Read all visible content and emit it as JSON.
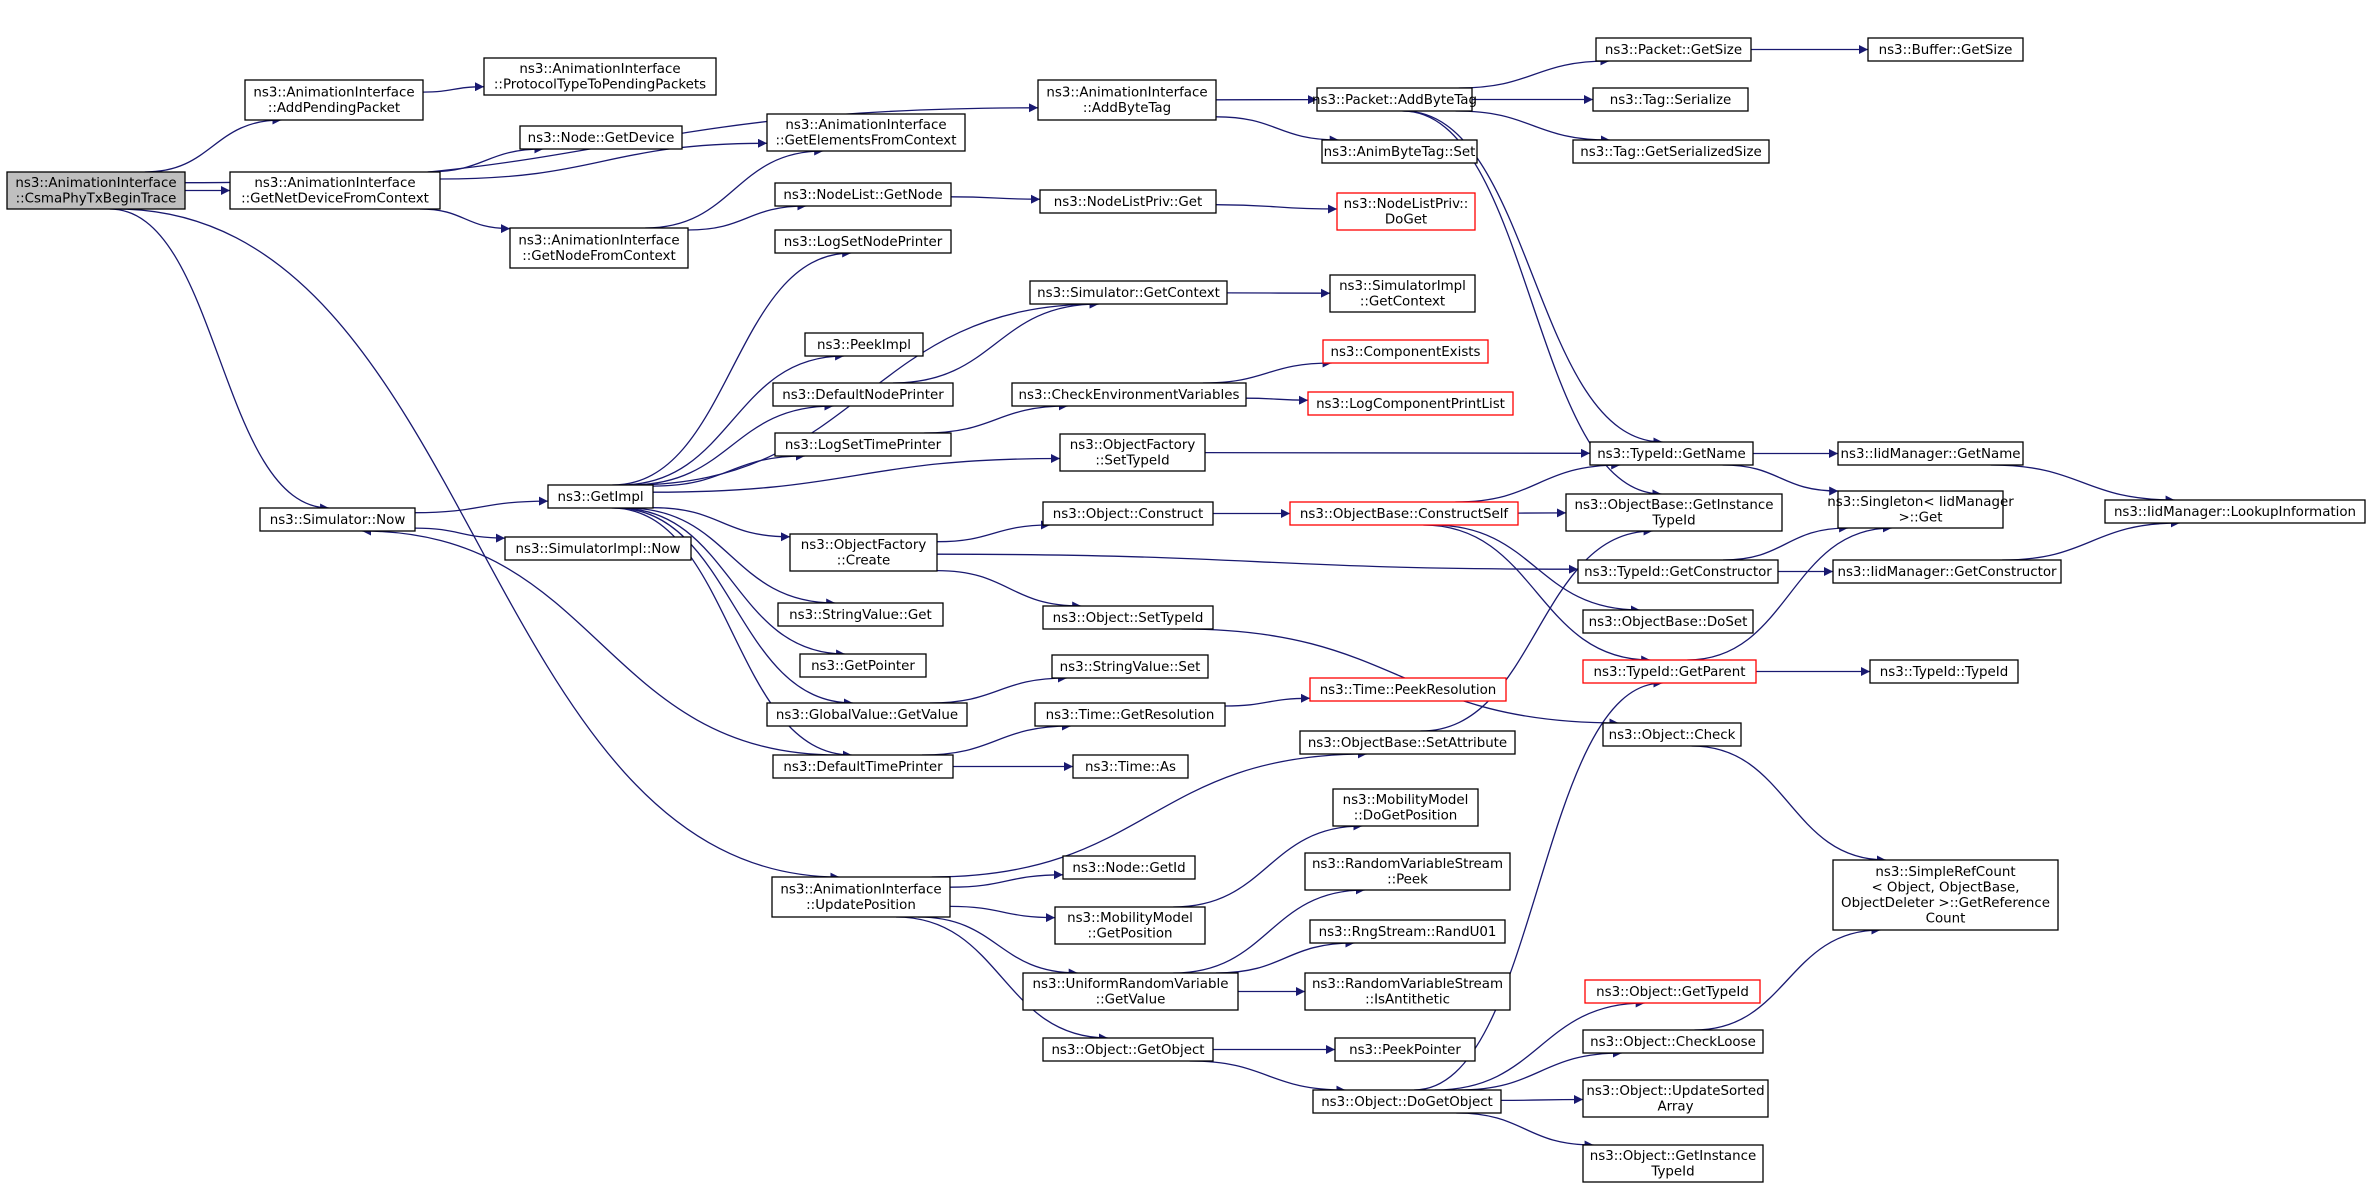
{
  "colors": {
    "edge": "#191970",
    "root_fill": "#bfbfbf",
    "truncated_border": "#ff0000",
    "node_border": "#000000"
  },
  "nodes": [
    {
      "id": "root",
      "lines": [
        "ns3::AnimationInterface",
        "::CsmaPhyTxBeginTrace"
      ],
      "style": "root"
    },
    {
      "id": "addPending",
      "lines": [
        "ns3::AnimationInterface",
        "::AddPendingPacket"
      ]
    },
    {
      "id": "protoType",
      "lines": [
        "ns3::AnimationInterface",
        "::ProtocolTypeToPendingPackets"
      ]
    },
    {
      "id": "addByteTag",
      "lines": [
        "ns3::AnimationInterface",
        "::AddByteTag"
      ]
    },
    {
      "id": "pktAddByteTag",
      "lines": [
        "ns3::Packet::AddByteTag"
      ]
    },
    {
      "id": "pktGetSize",
      "lines": [
        "ns3::Packet::GetSize"
      ]
    },
    {
      "id": "bufGetSize",
      "lines": [
        "ns3::Buffer::GetSize"
      ]
    },
    {
      "id": "tagSerialize",
      "lines": [
        "ns3::Tag::Serialize"
      ]
    },
    {
      "id": "tagSerSize",
      "lines": [
        "ns3::Tag::GetSerializedSize"
      ]
    },
    {
      "id": "animByteTag",
      "lines": [
        "ns3::AnimByteTag::Set"
      ]
    },
    {
      "id": "getNetDev",
      "lines": [
        "ns3::AnimationInterface",
        "::GetNetDeviceFromContext"
      ]
    },
    {
      "id": "nodeGetDev",
      "lines": [
        "ns3::Node::GetDevice"
      ]
    },
    {
      "id": "getElems",
      "lines": [
        "ns3::AnimationInterface",
        "::GetElementsFromContext"
      ]
    },
    {
      "id": "getNodeCtx",
      "lines": [
        "ns3::AnimationInterface",
        "::GetNodeFromContext"
      ]
    },
    {
      "id": "nodeListGetNode",
      "lines": [
        "ns3::NodeList::GetNode"
      ]
    },
    {
      "id": "nodeListPrivGet",
      "lines": [
        "ns3::NodeListPriv::Get"
      ]
    },
    {
      "id": "nodeListPrivDoGet",
      "lines": [
        "ns3::NodeListPriv::",
        "DoGet"
      ],
      "style": "red"
    },
    {
      "id": "logSetNodePrinter",
      "lines": [
        "ns3::LogSetNodePrinter"
      ]
    },
    {
      "id": "simGetContext",
      "lines": [
        "ns3::Simulator::GetContext"
      ]
    },
    {
      "id": "simImplGetContext",
      "lines": [
        "ns3::SimulatorImpl",
        "::GetContext"
      ]
    },
    {
      "id": "peekImpl",
      "lines": [
        "ns3::PeekImpl"
      ]
    },
    {
      "id": "componentExists",
      "lines": [
        "ns3::ComponentExists"
      ],
      "style": "red"
    },
    {
      "id": "defNodePrinter",
      "lines": [
        "ns3::DefaultNodePrinter"
      ]
    },
    {
      "id": "checkEnv",
      "lines": [
        "ns3::CheckEnvironmentVariables"
      ]
    },
    {
      "id": "logCompPrintList",
      "lines": [
        "ns3::LogComponentPrintList"
      ],
      "style": "red"
    },
    {
      "id": "logSetTimePrinter",
      "lines": [
        "ns3::LogSetTimePrinter"
      ]
    },
    {
      "id": "objFactSetTypeId",
      "lines": [
        "ns3::ObjectFactory",
        "::SetTypeId"
      ]
    },
    {
      "id": "typeIdGetName",
      "lines": [
        "ns3::TypeId::GetName"
      ]
    },
    {
      "id": "iidGetName",
      "lines": [
        "ns3::IidManager::GetName"
      ]
    },
    {
      "id": "simNow",
      "lines": [
        "ns3::Simulator::Now"
      ]
    },
    {
      "id": "getImpl",
      "lines": [
        "ns3::GetImpl"
      ]
    },
    {
      "id": "singletonGet",
      "lines": [
        "ns3::Singleton< IidManager",
        " >::Get"
      ]
    },
    {
      "id": "iidLookup",
      "lines": [
        "ns3::IidManager::LookupInformation"
      ]
    },
    {
      "id": "simImplNow",
      "lines": [
        "ns3::SimulatorImpl::Now"
      ]
    },
    {
      "id": "objConstruct",
      "lines": [
        "ns3::Object::Construct"
      ]
    },
    {
      "id": "objBaseConstructSelf",
      "lines": [
        "ns3::ObjectBase::ConstructSelf"
      ],
      "style": "red"
    },
    {
      "id": "objBaseGetInstTypeId",
      "lines": [
        "ns3::ObjectBase::GetInstance",
        "TypeId"
      ]
    },
    {
      "id": "objFactCreate",
      "lines": [
        "ns3::ObjectFactory",
        "::Create"
      ]
    },
    {
      "id": "typeIdGetConstructor",
      "lines": [
        "ns3::TypeId::GetConstructor"
      ]
    },
    {
      "id": "iidGetConstructor",
      "lines": [
        "ns3::IidManager::GetConstructor"
      ]
    },
    {
      "id": "strValGet",
      "lines": [
        "ns3::StringValue::Get"
      ]
    },
    {
      "id": "objSetTypeId",
      "lines": [
        "ns3::Object::SetTypeId"
      ]
    },
    {
      "id": "objBaseDoSet",
      "lines": [
        "ns3::ObjectBase::DoSet"
      ]
    },
    {
      "id": "getPointer",
      "lines": [
        "ns3::GetPointer"
      ]
    },
    {
      "id": "strValSet",
      "lines": [
        "ns3::StringValue::Set"
      ]
    },
    {
      "id": "typeIdGetParent",
      "lines": [
        "ns3::TypeId::GetParent"
      ],
      "style": "red"
    },
    {
      "id": "typeIdTypeId",
      "lines": [
        "ns3::TypeId::TypeId"
      ]
    },
    {
      "id": "globalValGetValue",
      "lines": [
        "ns3::GlobalValue::GetValue"
      ]
    },
    {
      "id": "timeGetResolution",
      "lines": [
        "ns3::Time::GetResolution"
      ]
    },
    {
      "id": "timePeekResolution",
      "lines": [
        "ns3::Time::PeekResolution"
      ],
      "style": "red"
    },
    {
      "id": "objCheck",
      "lines": [
        "ns3::Object::Check"
      ]
    },
    {
      "id": "objBaseSetAttr",
      "lines": [
        "ns3::ObjectBase::SetAttribute"
      ]
    },
    {
      "id": "defTimePrinter",
      "lines": [
        "ns3::DefaultTimePrinter"
      ]
    },
    {
      "id": "timeAs",
      "lines": [
        "ns3::Time::As"
      ]
    },
    {
      "id": "mobDoGetPos",
      "lines": [
        "ns3::MobilityModel",
        "::DoGetPosition"
      ]
    },
    {
      "id": "simpleRefCount",
      "lines": [
        "ns3::SimpleRefCount",
        "< Object, ObjectBase,",
        " ObjectDeleter >::GetReference",
        "Count"
      ]
    },
    {
      "id": "rvsPeek",
      "lines": [
        "ns3::RandomVariableStream",
        "::Peek"
      ]
    },
    {
      "id": "nodeGetId",
      "lines": [
        "ns3::Node::GetId"
      ]
    },
    {
      "id": "updatePos",
      "lines": [
        "ns3::AnimationInterface",
        "::UpdatePosition"
      ]
    },
    {
      "id": "mobGetPos",
      "lines": [
        "ns3::MobilityModel",
        "::GetPosition"
      ]
    },
    {
      "id": "rngRandU01",
      "lines": [
        "ns3::RngStream::RandU01"
      ]
    },
    {
      "id": "urvGetValue",
      "lines": [
        "ns3::UniformRandomVariable",
        "::GetValue"
      ]
    },
    {
      "id": "rvsIsAnti",
      "lines": [
        "ns3::RandomVariableStream",
        "::IsAntithetic"
      ]
    },
    {
      "id": "objGetTypeId",
      "lines": [
        "ns3::Object::GetTypeId"
      ],
      "style": "red"
    },
    {
      "id": "objCheckLoose",
      "lines": [
        "ns3::Object::CheckLoose"
      ]
    },
    {
      "id": "objGetObject",
      "lines": [
        "ns3::Object::GetObject"
      ]
    },
    {
      "id": "peekPointer",
      "lines": [
        "ns3::PeekPointer"
      ]
    },
    {
      "id": "objDoGetObject",
      "lines": [
        "ns3::Object::DoGetObject"
      ]
    },
    {
      "id": "objUpdateSorted",
      "lines": [
        "ns3::Object::UpdateSorted",
        "Array"
      ]
    },
    {
      "id": "objGetInstTypeId",
      "lines": [
        "ns3::Object::GetInstance",
        "TypeId"
      ]
    }
  ],
  "edges": [
    [
      "root",
      "addPending"
    ],
    [
      "root",
      "addByteTag"
    ],
    [
      "root",
      "getNetDev"
    ],
    [
      "root",
      "simNow"
    ],
    [
      "root",
      "updatePos"
    ],
    [
      "addPending",
      "protoType"
    ],
    [
      "addByteTag",
      "pktAddByteTag"
    ],
    [
      "addByteTag",
      "animByteTag"
    ],
    [
      "pktAddByteTag",
      "pktGetSize"
    ],
    [
      "pktAddByteTag",
      "tagSerialize"
    ],
    [
      "pktAddByteTag",
      "tagSerSize"
    ],
    [
      "pktAddByteTag",
      "typeIdGetName"
    ],
    [
      "pktAddByteTag",
      "objBaseGetInstTypeId"
    ],
    [
      "pktGetSize",
      "bufGetSize"
    ],
    [
      "getNetDev",
      "nodeGetDev"
    ],
    [
      "getNetDev",
      "getElems"
    ],
    [
      "getNetDev",
      "getNodeCtx"
    ],
    [
      "getNodeCtx",
      "getElems"
    ],
    [
      "getNodeCtx",
      "nodeListGetNode"
    ],
    [
      "nodeListGetNode",
      "nodeListPrivGet"
    ],
    [
      "nodeListPrivGet",
      "nodeListPrivDoGet"
    ],
    [
      "simNow",
      "getImpl"
    ],
    [
      "simNow",
      "simImplNow"
    ],
    [
      "getImpl",
      "logSetNodePrinter"
    ],
    [
      "getImpl",
      "simGetContext"
    ],
    [
      "getImpl",
      "peekImpl"
    ],
    [
      "getImpl",
      "defNodePrinter"
    ],
    [
      "getImpl",
      "logSetTimePrinter"
    ],
    [
      "getImpl",
      "objFactSetTypeId"
    ],
    [
      "getImpl",
      "objFactCreate"
    ],
    [
      "getImpl",
      "strValGet"
    ],
    [
      "getImpl",
      "getPointer"
    ],
    [
      "getImpl",
      "globalValGetValue"
    ],
    [
      "getImpl",
      "defTimePrinter"
    ],
    [
      "simGetContext",
      "simImplGetContext"
    ],
    [
      "defNodePrinter",
      "simGetContext"
    ],
    [
      "logSetTimePrinter",
      "checkEnv"
    ],
    [
      "checkEnv",
      "componentExists"
    ],
    [
      "checkEnv",
      "logCompPrintList"
    ],
    [
      "objFactSetTypeId",
      "typeIdGetName"
    ],
    [
      "typeIdGetName",
      "iidGetName"
    ],
    [
      "typeIdGetName",
      "singletonGet"
    ],
    [
      "iidGetName",
      "iidLookup"
    ],
    [
      "objFactCreate",
      "objConstruct"
    ],
    [
      "objFactCreate",
      "typeIdGetConstructor"
    ],
    [
      "objFactCreate",
      "objSetTypeId"
    ],
    [
      "objConstruct",
      "objBaseConstructSelf"
    ],
    [
      "objBaseConstructSelf",
      "typeIdGetName"
    ],
    [
      "objBaseConstructSelf",
      "objBaseGetInstTypeId"
    ],
    [
      "objBaseConstructSelf",
      "objBaseDoSet"
    ],
    [
      "objBaseConstructSelf",
      "typeIdGetParent"
    ],
    [
      "typeIdGetConstructor",
      "singletonGet"
    ],
    [
      "typeIdGetConstructor",
      "iidGetConstructor"
    ],
    [
      "iidGetConstructor",
      "iidLookup"
    ],
    [
      "typeIdGetParent",
      "singletonGet"
    ],
    [
      "typeIdGetParent",
      "typeIdTypeId"
    ],
    [
      "objSetTypeId",
      "objCheck"
    ],
    [
      "objCheck",
      "simpleRefCount"
    ],
    [
      "globalValGetValue",
      "strValSet"
    ],
    [
      "defTimePrinter",
      "simNow"
    ],
    [
      "defTimePrinter",
      "timeGetResolution"
    ],
    [
      "defTimePrinter",
      "timeAs"
    ],
    [
      "timeGetResolution",
      "timePeekResolution"
    ],
    [
      "objBaseSetAttr",
      "objBaseGetInstTypeId"
    ],
    [
      "updatePos",
      "objBaseSetAttr"
    ],
    [
      "updatePos",
      "nodeGetId"
    ],
    [
      "updatePos",
      "mobGetPos"
    ],
    [
      "updatePos",
      "urvGetValue"
    ],
    [
      "updatePos",
      "objGetObject"
    ],
    [
      "mobGetPos",
      "mobDoGetPos"
    ],
    [
      "urvGetValue",
      "rvsPeek"
    ],
    [
      "urvGetValue",
      "rngRandU01"
    ],
    [
      "urvGetValue",
      "rvsIsAnti"
    ],
    [
      "objGetObject",
      "peekPointer"
    ],
    [
      "objGetObject",
      "objDoGetObject"
    ],
    [
      "objDoGetObject",
      "typeIdGetParent"
    ],
    [
      "objDoGetObject",
      "objGetTypeId"
    ],
    [
      "objDoGetObject",
      "objCheckLoose"
    ],
    [
      "objDoGetObject",
      "objUpdateSorted"
    ],
    [
      "objDoGetObject",
      "objGetInstTypeId"
    ],
    [
      "objCheckLoose",
      "simpleRefCount"
    ]
  ]
}
